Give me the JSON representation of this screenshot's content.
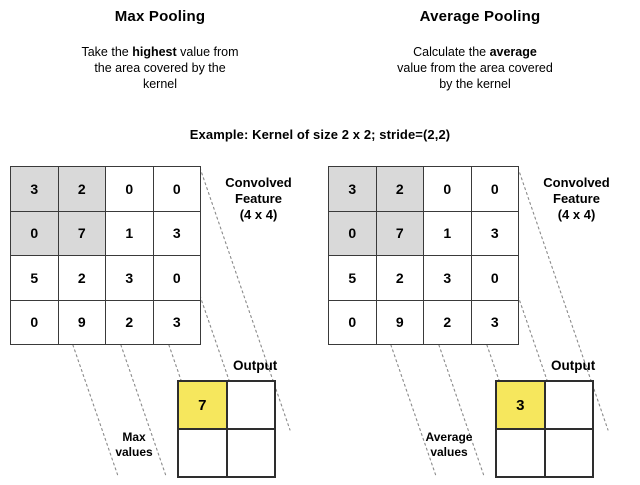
{
  "panels": [
    {
      "id": "max-pooling",
      "title": "Max Pooling",
      "desc_line1_pre": "Take the ",
      "desc_line1_bold": "highest",
      "desc_line1_post": " value from",
      "desc_line2": "the area covered by the",
      "desc_line3": "kernel",
      "feature_label_line1": "Convolved",
      "feature_label_line2": "Feature",
      "feature_label_line3": "(4 x 4)",
      "matrix": [
        [
          "3",
          "2",
          "0",
          "0"
        ],
        [
          "0",
          "7",
          "1",
          "3"
        ],
        [
          "5",
          "2",
          "3",
          "0"
        ],
        [
          "0",
          "9",
          "2",
          "3"
        ]
      ],
      "shaded_cells": [
        [
          0,
          0
        ],
        [
          0,
          1
        ],
        [
          1,
          0
        ],
        [
          1,
          1
        ]
      ],
      "output_label": "Output",
      "output_values": [
        [
          "7",
          ""
        ],
        [
          "",
          ""
        ]
      ],
      "output_highlight": [
        0,
        0
      ],
      "output_side_label_line1": "Max",
      "output_side_label_line2": "values"
    },
    {
      "id": "average-pooling",
      "title": "Average Pooling",
      "desc_line1_pre": "Calculate the ",
      "desc_line1_bold": "average",
      "desc_line1_post": "",
      "desc_line2": "value from the area covered",
      "desc_line3": "by the kernel",
      "feature_label_line1": "Convolved",
      "feature_label_line2": "Feature",
      "feature_label_line3": "(4 x 4)",
      "matrix": [
        [
          "3",
          "2",
          "0",
          "0"
        ],
        [
          "0",
          "7",
          "1",
          "3"
        ],
        [
          "5",
          "2",
          "3",
          "0"
        ],
        [
          "0",
          "9",
          "2",
          "3"
        ]
      ],
      "shaded_cells": [
        [
          0,
          0
        ],
        [
          0,
          1
        ],
        [
          1,
          0
        ],
        [
          1,
          1
        ]
      ],
      "output_label": "Output",
      "output_values": [
        [
          "3",
          ""
        ],
        [
          "",
          ""
        ]
      ],
      "output_highlight": [
        0,
        0
      ],
      "output_side_label_line1": "Average",
      "output_side_label_line2": "values"
    }
  ],
  "example": {
    "text": "Example:  Kernel of size 2 x 2;  stride=(2,2)"
  },
  "colors": {
    "highlight": "#f6e75d",
    "shaded": "#d9d9d9",
    "grid_line": "#3a3a3a",
    "dotted_line": "#8a8a8a",
    "text": "#000000",
    "background": "#ffffff"
  }
}
